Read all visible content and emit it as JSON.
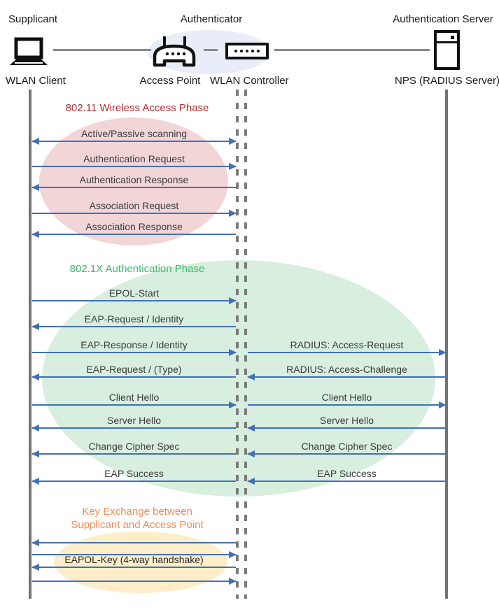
{
  "diagram": {
    "roles": {
      "supplicant": "Supplicant",
      "authenticator": "Authenticator",
      "auth_server": "Authentication Server"
    },
    "nodes": [
      {
        "name": "WLAN Client",
        "icon": "laptop-icon"
      },
      {
        "name": "Access Point",
        "icon": "access-point-icon"
      },
      {
        "name": "WLAN Controller",
        "icon": "wlan-controller-icon"
      },
      {
        "name": "NPS (RADIUS Server)",
        "icon": "server-icon"
      }
    ],
    "phases": [
      {
        "title": "802.11 Wireless Access Phase",
        "title_color": "#b42b2c",
        "ellipse_color": "#f2d5d7"
      },
      {
        "title": "802.1X Authentication Phase",
        "title_color": "#3fb569",
        "ellipse_color": "#d8eede"
      },
      {
        "title_line1": "Key Exchange between",
        "title_line2": "Supplicant and Access Point",
        "title_color": "#ec8d55",
        "ellipse_color": "#fdeec9"
      }
    ],
    "messages": {
      "client_to_authenticator": [
        {
          "label": "Active/Passive scanning",
          "direction": "both"
        },
        {
          "label": "Authentication Request",
          "direction": "right"
        },
        {
          "label": "Authentication Response",
          "direction": "left"
        },
        {
          "label": "Association Request",
          "direction": "right"
        },
        {
          "label": "Association Response",
          "direction": "left"
        },
        {
          "label": "EPOL-Start",
          "direction": "right"
        },
        {
          "label": "EAP-Request / Identity",
          "direction": "left"
        },
        {
          "label": "EAP-Response / Identity",
          "direction": "right"
        },
        {
          "label": "EAP-Request / (Type)",
          "direction": "left"
        },
        {
          "label": "Client Hello",
          "direction": "right"
        },
        {
          "label": "Server Hello",
          "direction": "left"
        },
        {
          "label": "Change Cipher Spec",
          "direction": "left"
        },
        {
          "label": "EAP Success",
          "direction": "left"
        }
      ],
      "authenticator_to_server": [
        {
          "label": "RADIUS: Access-Request",
          "direction": "right"
        },
        {
          "label": "RADIUS: Access-Challenge",
          "direction": "left"
        },
        {
          "label": "Client Hello",
          "direction": "right"
        },
        {
          "label": "Server Hello",
          "direction": "left"
        },
        {
          "label": "Change Cipher Spec",
          "direction": "left"
        },
        {
          "label": "EAP Success",
          "direction": "left"
        }
      ],
      "key_exchange": {
        "label": "EAPOL-Key (4-way handshake)",
        "arrow_directions": [
          "left",
          "right",
          "left",
          "right"
        ]
      }
    },
    "colors": {
      "arrow": "#4170b4",
      "lifeline": "#737373",
      "header_ellipse": "#e9edf7"
    }
  }
}
